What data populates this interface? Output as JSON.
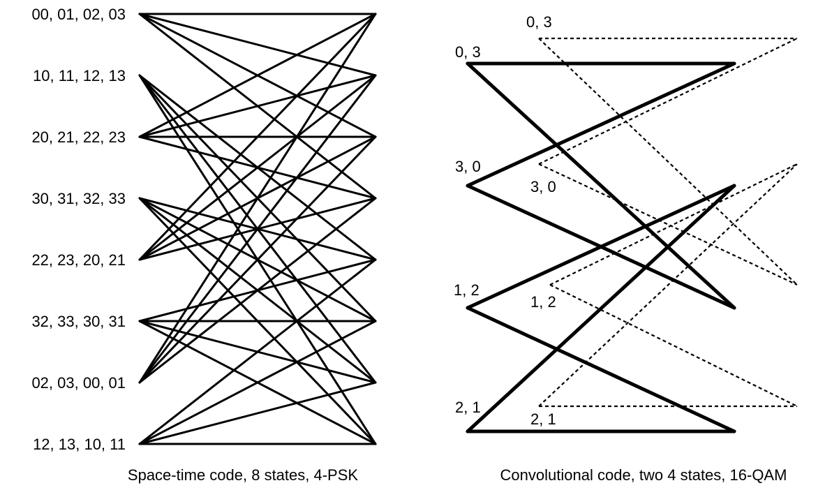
{
  "colors": {
    "ink": "#000000",
    "background": "#ffffff"
  },
  "space_time_trellis": {
    "caption": "Space-time code, 8 states, 4-PSK",
    "state_labels": [
      "00, 01, 02, 03",
      "10, 11, 12, 13",
      "20, 21, 22, 23",
      "30, 31, 32, 33",
      "22, 23, 20, 21",
      "32, 33, 30, 31",
      "02, 03, 00, 01",
      "12, 13, 10, 11"
    ],
    "transitions": [
      [
        0,
        0
      ],
      [
        0,
        1
      ],
      [
        0,
        2
      ],
      [
        0,
        3
      ],
      [
        1,
        4
      ],
      [
        1,
        5
      ],
      [
        1,
        6
      ],
      [
        1,
        7
      ],
      [
        2,
        0
      ],
      [
        2,
        1
      ],
      [
        2,
        2
      ],
      [
        2,
        3
      ],
      [
        3,
        4
      ],
      [
        3,
        5
      ],
      [
        3,
        6
      ],
      [
        3,
        7
      ],
      [
        4,
        0
      ],
      [
        4,
        1
      ],
      [
        4,
        2
      ],
      [
        4,
        3
      ],
      [
        5,
        4
      ],
      [
        5,
        5
      ],
      [
        5,
        6
      ],
      [
        5,
        7
      ],
      [
        6,
        0
      ],
      [
        6,
        1
      ],
      [
        6,
        2
      ],
      [
        6,
        3
      ],
      [
        7,
        4
      ],
      [
        7,
        5
      ],
      [
        7,
        6
      ],
      [
        7,
        7
      ]
    ]
  },
  "convolutional_trellis": {
    "caption": "Convolutional code, two 4 states, 16-QAM",
    "solid_labels": [
      "0, 3",
      "3, 0",
      "1, 2",
      "2, 1"
    ],
    "dashed_labels": [
      "0, 3",
      "3, 0",
      "1, 2",
      "2, 1"
    ],
    "solid_transitions": [
      [
        0,
        0
      ],
      [
        0,
        2
      ],
      [
        1,
        0
      ],
      [
        1,
        2
      ],
      [
        2,
        1
      ],
      [
        2,
        3
      ],
      [
        3,
        1
      ],
      [
        3,
        3
      ]
    ],
    "dashed_transitions": [
      [
        0,
        0
      ],
      [
        0,
        2
      ],
      [
        1,
        0
      ],
      [
        1,
        2
      ],
      [
        2,
        1
      ],
      [
        2,
        3
      ],
      [
        3,
        1
      ],
      [
        3,
        3
      ]
    ]
  }
}
